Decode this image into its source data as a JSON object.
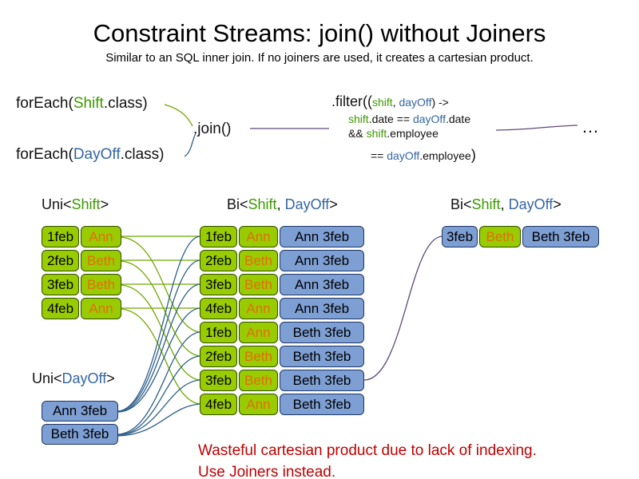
{
  "colors": {
    "green_fill": "#99CC00",
    "green_border": "#2F4F00",
    "blue_fill": "#7D9FD3",
    "blue_border": "#1F3864",
    "green_text": "#3C9900",
    "blue_text": "#3465A4",
    "orange_text": "#E36C0A",
    "red_text": "#C00000",
    "line_green": "#70A800",
    "line_blue": "#2E5F8A",
    "line_purple": "#5F497A"
  },
  "title": "Constraint Streams: join() without Joiners",
  "subtitle": "Similar to an SQL inner join. If no joiners are used, it creates a cartesian product.",
  "code": {
    "foreach_shift": [
      "forEach(",
      "Shift",
      ".class)"
    ],
    "foreach_dayoff": [
      "forEach(",
      "DayOff",
      ".class)"
    ],
    "join": ".join()",
    "filter_line1": [
      ".filter((",
      "shift",
      ", ",
      "dayOff",
      ") ->"
    ],
    "filter_line2": [
      "shift",
      ".date == ",
      "dayOff",
      ".date"
    ],
    "filter_line3": [
      "&& ",
      "shift",
      ".employee"
    ],
    "filter_line4": [
      "== ",
      "dayOff",
      ".employee",
      ")"
    ],
    "ellipsis": "…"
  },
  "labels": {
    "uni_shift": [
      "Uni<",
      "Shift",
      ">"
    ],
    "bi_middle": [
      "Bi<",
      "Shift",
      ", ",
      "DayOff",
      ">"
    ],
    "bi_right": [
      "Bi<",
      "Shift",
      ", ",
      "DayOff",
      ">"
    ],
    "uni_dayoff": [
      "Uni<",
      "DayOff",
      ">"
    ]
  },
  "uni_shift_rows": [
    {
      "date": "1feb",
      "name": "Ann"
    },
    {
      "date": "2feb",
      "name": "Beth"
    },
    {
      "date": "3feb",
      "name": "Beth"
    },
    {
      "date": "4feb",
      "name": "Ann"
    }
  ],
  "uni_dayoff_rows": [
    "Ann 3feb",
    "Beth 3feb"
  ],
  "bi_rows": [
    {
      "date": "1feb",
      "name": "Ann",
      "dayoff": "Ann 3feb"
    },
    {
      "date": "2feb",
      "name": "Beth",
      "dayoff": "Ann 3feb"
    },
    {
      "date": "3feb",
      "name": "Beth",
      "dayoff": "Ann 3feb"
    },
    {
      "date": "4feb",
      "name": "Ann",
      "dayoff": "Ann 3feb"
    },
    {
      "date": "1feb",
      "name": "Ann",
      "dayoff": "Beth 3feb"
    },
    {
      "date": "2feb",
      "name": "Beth",
      "dayoff": "Beth 3feb"
    },
    {
      "date": "3feb",
      "name": "Beth",
      "dayoff": "Beth 3feb"
    },
    {
      "date": "4feb",
      "name": "Ann",
      "dayoff": "Beth 3feb"
    }
  ],
  "result_row": {
    "date": "3feb",
    "name": "Beth",
    "dayoff": "Beth 3feb"
  },
  "warning_line1": "Wasteful cartesian product due to lack of indexing.",
  "warning_line2": "Use Joiners instead."
}
